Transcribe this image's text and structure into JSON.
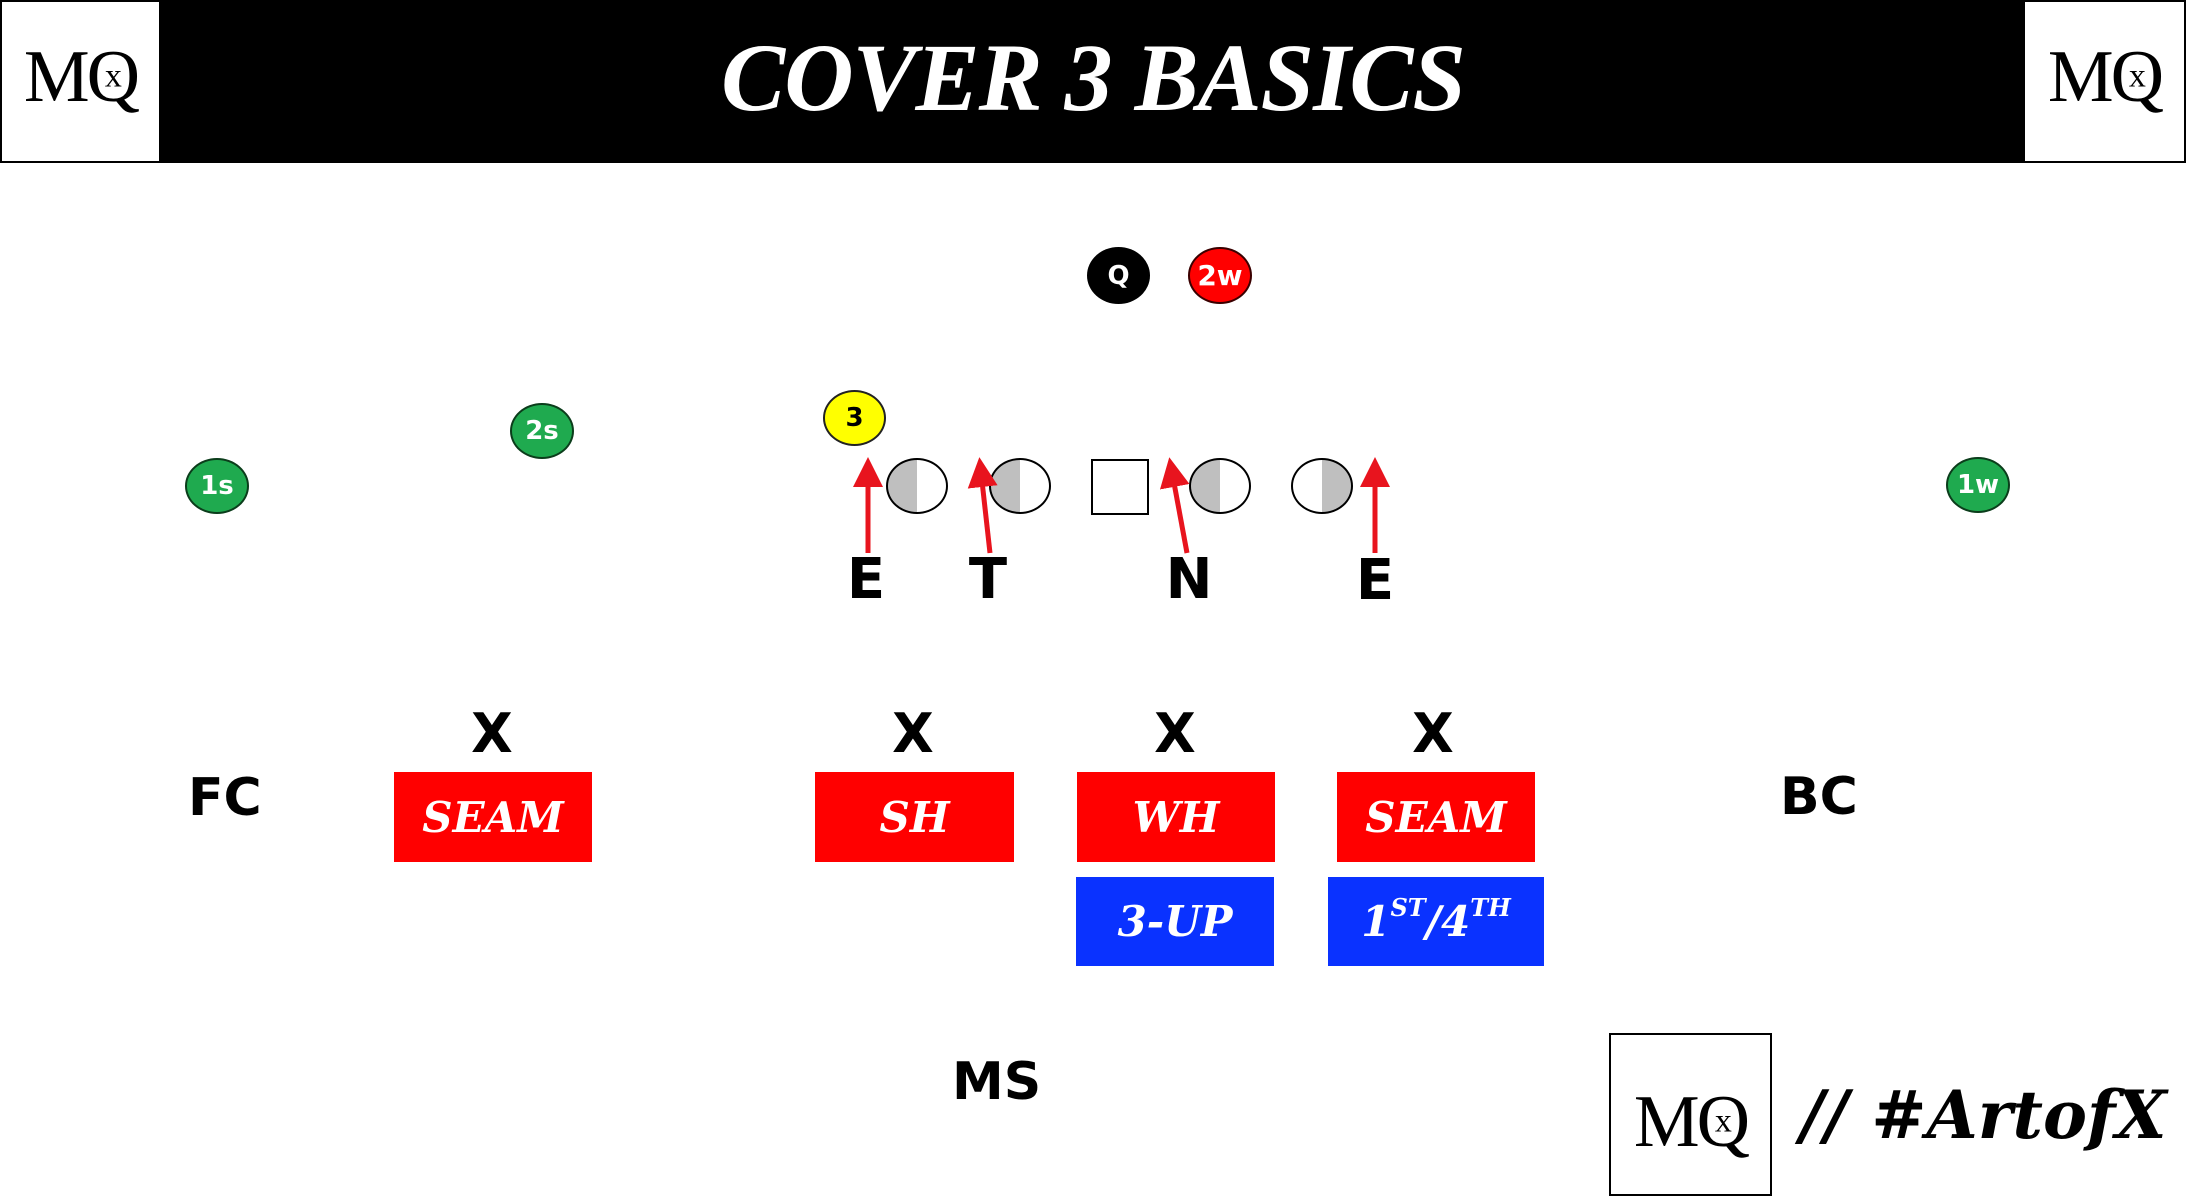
{
  "header": {
    "title": "COVER 3 BASICS",
    "logo_left": {
      "main": "M",
      "q": "Q",
      "x": "x"
    },
    "logo_right": {
      "main": "M",
      "q": "Q",
      "x": "x"
    },
    "background": "#000000"
  },
  "offense": {
    "players": [
      {
        "id": "Q",
        "label": "Q",
        "role": "quarterback",
        "color": "#000000"
      },
      {
        "id": "2w",
        "label": "2w",
        "role": "weak-side #2 receiver",
        "color": "#ff0000"
      },
      {
        "id": "3",
        "label": "3",
        "role": "#3 receiver",
        "color": "#ffff00"
      },
      {
        "id": "2s",
        "label": "2s",
        "role": "strong-side #2 receiver",
        "color": "#1faa4f"
      },
      {
        "id": "1s",
        "label": "1s",
        "role": "strong-side #1 receiver",
        "color": "#1faa4f"
      },
      {
        "id": "1w",
        "label": "1w",
        "role": "weak-side #1 receiver",
        "color": "#1faa4f"
      }
    ],
    "line": {
      "linemen": [
        {
          "shade": "left-half"
        },
        {
          "shade": "left-half"
        },
        {
          "type": "center-square"
        },
        {
          "shade": "left-half"
        },
        {
          "shade": "right-half"
        }
      ]
    }
  },
  "defense": {
    "line": [
      {
        "label": "E",
        "rush": "arrow-up"
      },
      {
        "label": "T",
        "rush": "arrow-up"
      },
      {
        "label": "N",
        "rush": "arrow-up"
      },
      {
        "label": "E",
        "rush": "arrow-up"
      }
    ],
    "linebackers": [
      {
        "mark": "X",
        "zones": [
          {
            "label": "SEAM",
            "color": "#ff0000"
          }
        ]
      },
      {
        "mark": "X",
        "zones": [
          {
            "label": "SH",
            "color": "#ff0000"
          }
        ]
      },
      {
        "mark": "X",
        "zones": [
          {
            "label": "WH",
            "color": "#ff0000"
          },
          {
            "label": "3-UP",
            "color": "#0a32ff"
          }
        ]
      },
      {
        "mark": "X",
        "zones": [
          {
            "label": "SEAM",
            "color": "#ff0000"
          },
          {
            "label_parts": [
              "1",
              "ST",
              "/4",
              "TH"
            ],
            "label": "1ST/4TH",
            "color": "#0a32ff"
          }
        ]
      }
    ],
    "corners": {
      "left": "FC",
      "right": "BC"
    },
    "safety": "MS"
  },
  "footer": {
    "logo": {
      "main": "M",
      "q": "Q",
      "x": "x"
    },
    "hashtag": "// #ArtofX"
  },
  "colors": {
    "zone_red": "#ff0000",
    "zone_blue": "#0a32ff",
    "arrow_red": "#e8141e",
    "lineman_shade": "#bfbfbf",
    "receiver_green": "#1faa4f"
  }
}
